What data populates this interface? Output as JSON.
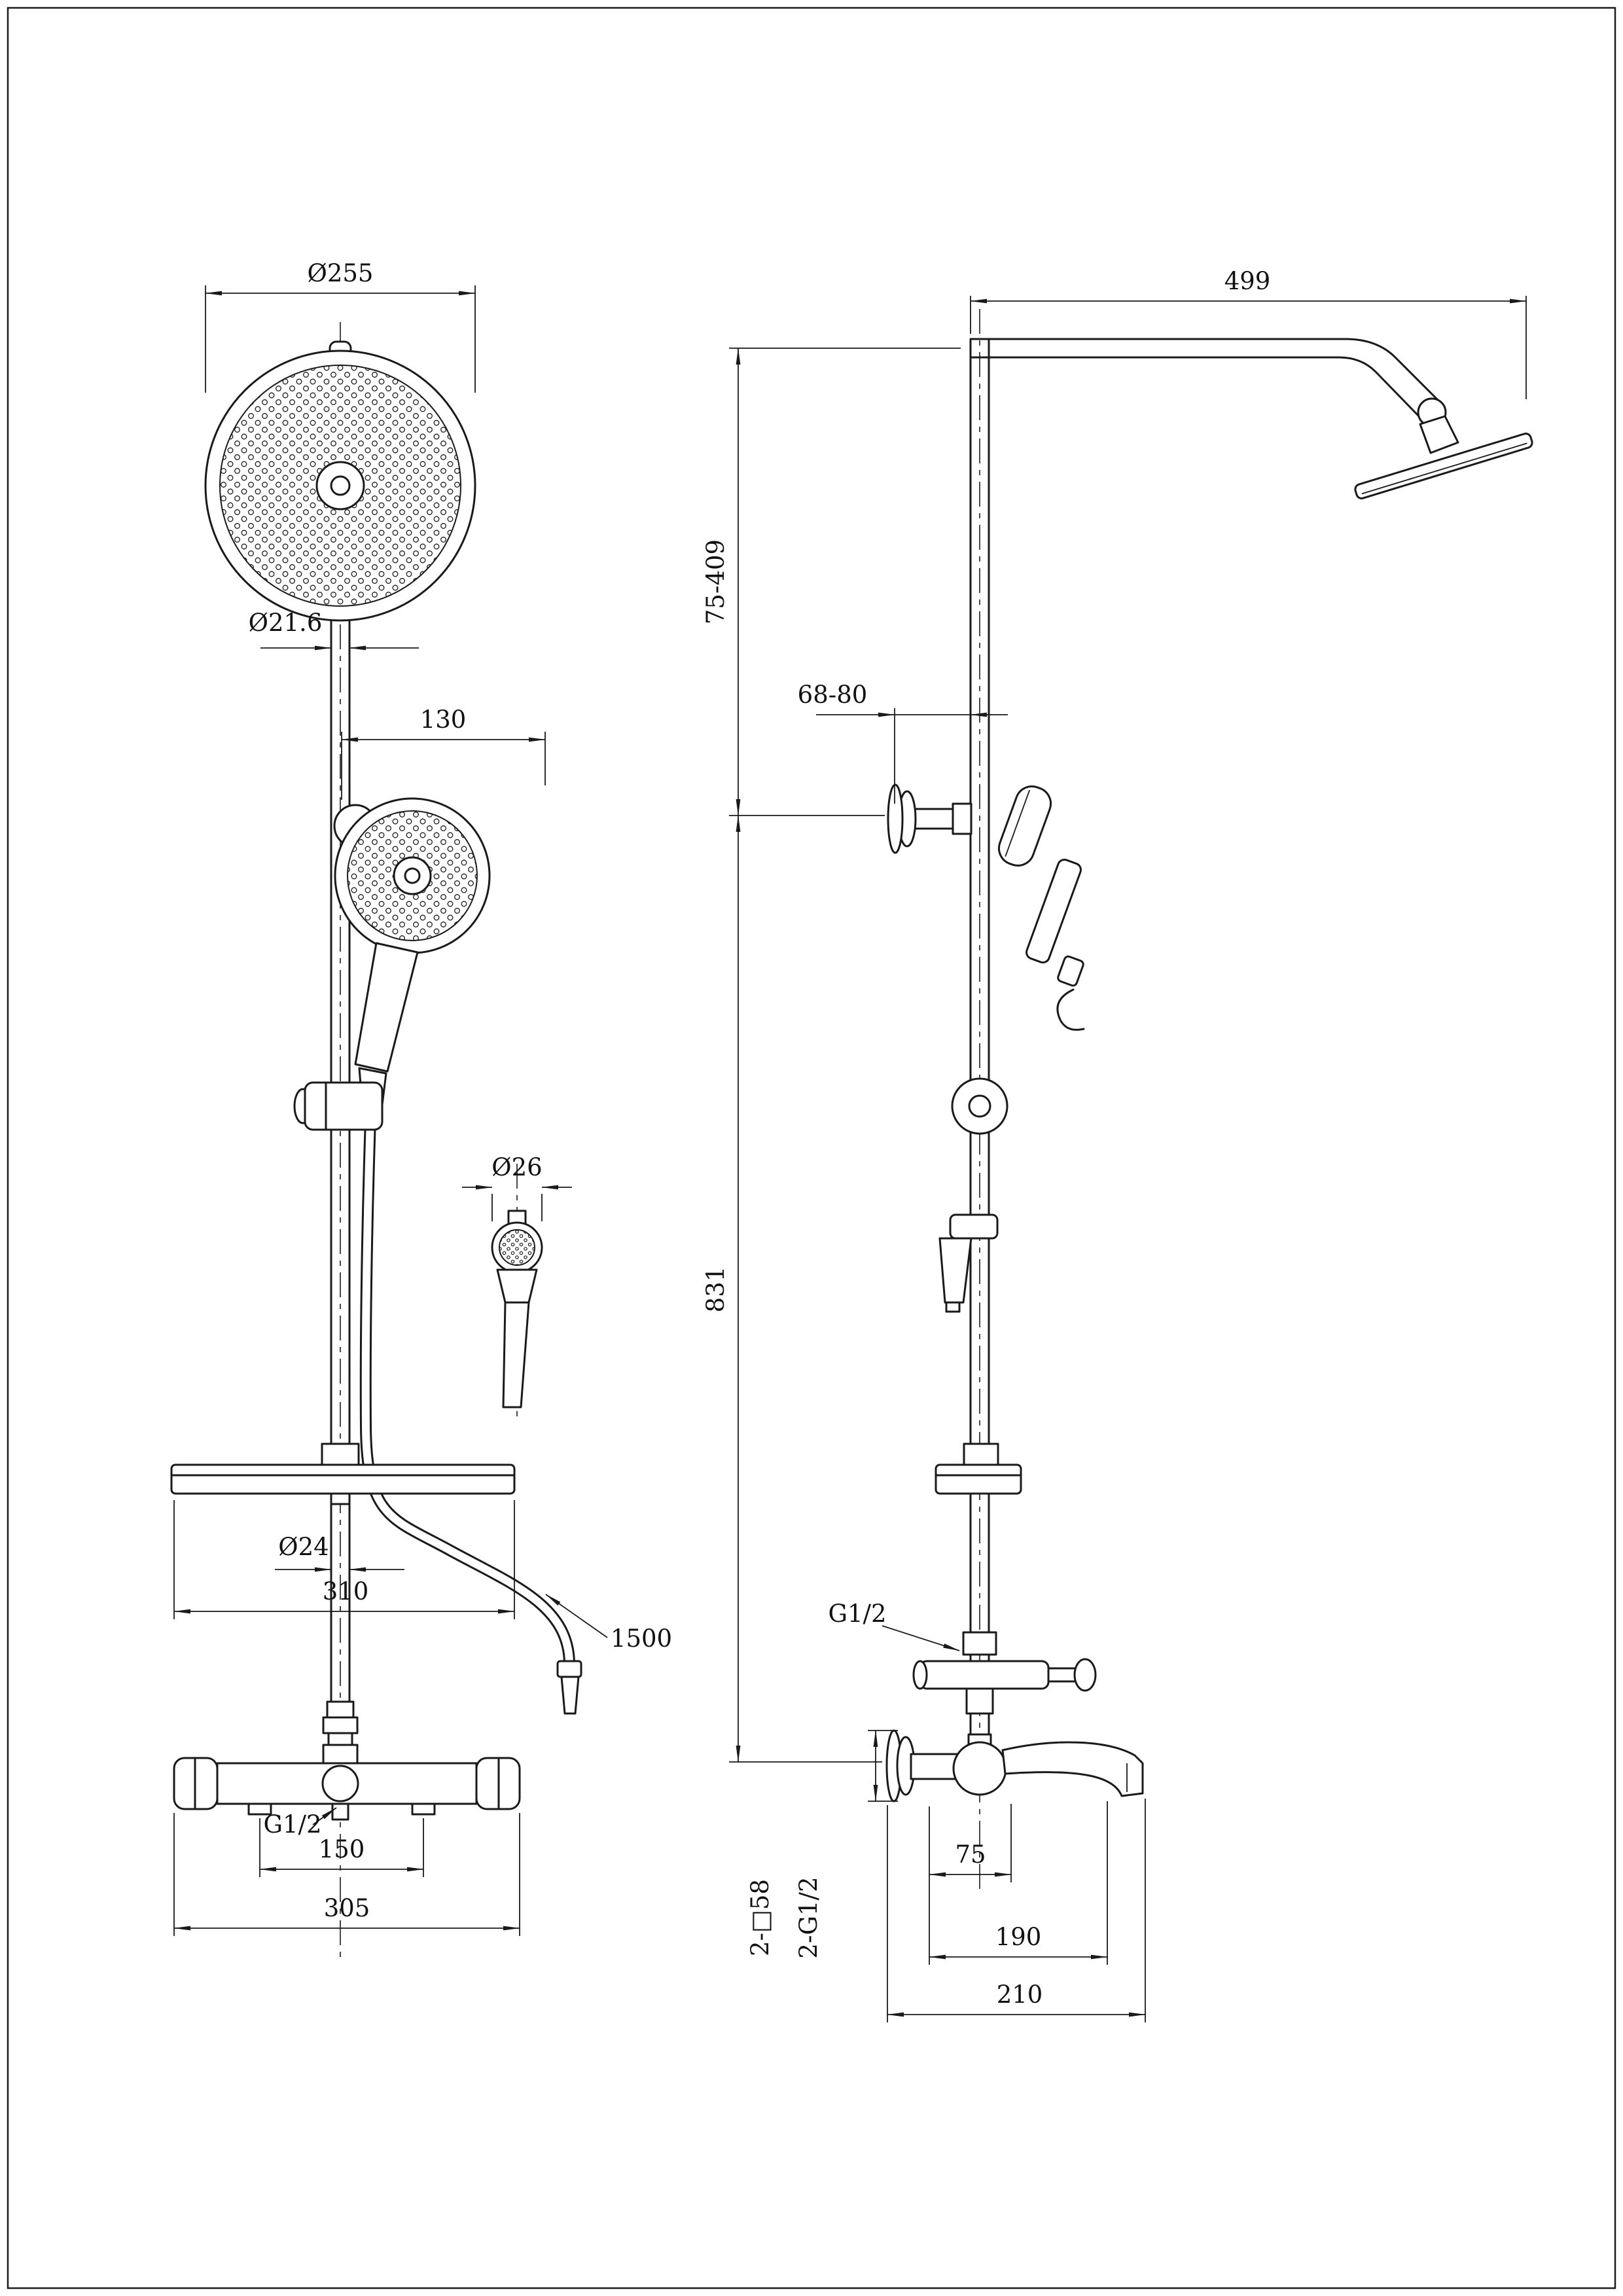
{
  "page": {
    "background": "#ffffff",
    "line_color": "#1a1a1a"
  },
  "drawing": {
    "front_view": {
      "labels": {
        "head_diameter": "Ø255",
        "pipe_diameter": "Ø21.6",
        "handshower_width": "130",
        "sprayer_diameter": "Ø26",
        "riser_diameter": "Ø24",
        "shelf_width": "310",
        "hose_length": "1500",
        "outlet_thread": "G1/2",
        "inlet_spacing": "150",
        "valve_width": "305"
      }
    },
    "side_view": {
      "labels": {
        "arm_reach": "499",
        "height_range": "75-409",
        "bracket_range": "68-80",
        "column_height": "831",
        "riser_thread": "G1/2",
        "escutcheon_note": "2-□58",
        "connection_note": "2-G1/2",
        "wall_offset": "75",
        "spout_reach": "190",
        "overall_depth": "210"
      }
    }
  }
}
